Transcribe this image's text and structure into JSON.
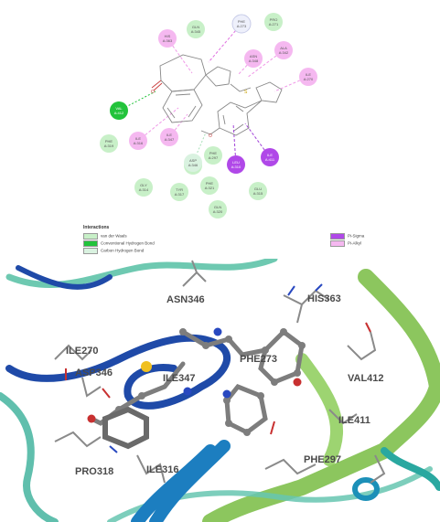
{
  "diagram": {
    "residues": [
      {
        "label": "GLN A:345",
        "type": "van-der-waals"
      },
      {
        "label": "PHE A:273",
        "type": "pi-pi"
      },
      {
        "label": "PRO A:271",
        "type": "van-der-waals"
      },
      {
        "label": "HIS A:363",
        "type": "pi-alkyl"
      },
      {
        "label": "ASN A:348",
        "type": "pi-alkyl"
      },
      {
        "label": "ALA A:342",
        "type": "pi-alkyl"
      },
      {
        "label": "ILE A:270",
        "type": "pi-alkyl"
      },
      {
        "label": "VAL A:412",
        "type": "conventional-hbond"
      },
      {
        "label": "PHE A:319",
        "type": "van-der-waals"
      },
      {
        "label": "ILE A:316",
        "type": "pi-alkyl"
      },
      {
        "label": "ILE A:347",
        "type": "pi-alkyl"
      },
      {
        "label": "PRO A:318",
        "type": "van-der-waals"
      },
      {
        "label": "ASP A:346",
        "type": "carbon-hbond"
      },
      {
        "label": "PHE A:297",
        "type": "van-der-waals"
      },
      {
        "label": "LEU A:310",
        "type": "pi-sigma"
      },
      {
        "label": "ILE A:411",
        "type": "pi-sigma"
      },
      {
        "label": "GLY A:314",
        "type": "van-der-waals"
      },
      {
        "label": "TYR A:317",
        "type": "van-der-waals"
      },
      {
        "label": "PHE A:321",
        "type": "van-der-waals"
      },
      {
        "label": "GLU A:315",
        "type": "van-der-waals"
      },
      {
        "label": "GLN A:320",
        "type": "van-der-waals"
      }
    ],
    "legend": {
      "title": "Interactions",
      "items": [
        {
          "label": "van der Waals",
          "color": "#c8f0c8"
        },
        {
          "label": "Conventional Hydrogen Bond",
          "color": "#22c33b"
        },
        {
          "label": "Carbon Hydrogen Bond",
          "color": "#d9f2e0"
        },
        {
          "label": "Pi-Sigma",
          "color": "#b048e8"
        },
        {
          "label": "Pi-Alkyl",
          "color": "#f5b8f0"
        }
      ]
    }
  },
  "structure": {
    "residue_labels": [
      "ASN346",
      "HIS363",
      "ILE270",
      "ASP346",
      "ILE347",
      "PHE273",
      "VAL412",
      "ILE411",
      "PRO318",
      "ILE316",
      "PHE297"
    ]
  },
  "colors": {
    "van-der-waals": "#c8f0c8",
    "conventional-hbond": "#22c33b",
    "carbon-hbond": "#d9f2e0",
    "pi-sigma": "#b048e8",
    "pi-alkyl": "#f5b8f0",
    "pi-pi": "#eef0fb",
    "ligand-carbon": "#7d7d7d",
    "sulfur": "#f0c020",
    "helix-blue": "#1c7ec0",
    "loop-dark-blue": "#1f4aa8",
    "sheet-green": "#7fc04c",
    "coil-teal": "#5ec3a8"
  }
}
